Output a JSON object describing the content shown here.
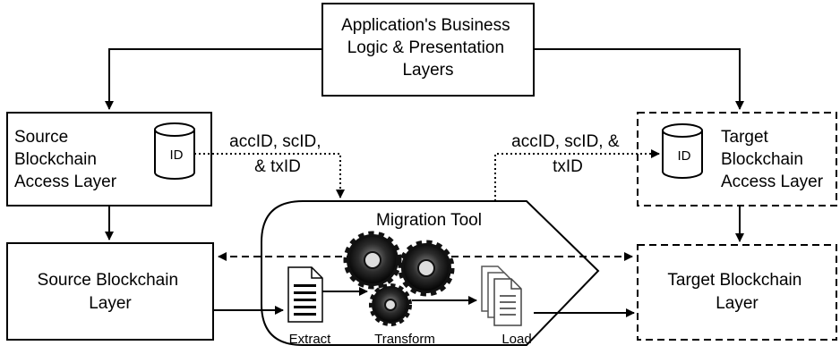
{
  "app_box": {
    "lines": [
      "Application's Business",
      "Logic & Presentation",
      "Layers"
    ]
  },
  "source_access": {
    "lines": [
      "Source",
      "Blockchain",
      "Access Layer"
    ],
    "db_label": "ID"
  },
  "target_access": {
    "lines": [
      "Target",
      "Blockchain",
      "Access Layer"
    ],
    "db_label": "ID"
  },
  "source_layer": {
    "lines": [
      "Source Blockchain",
      "Layer"
    ]
  },
  "target_layer": {
    "lines": [
      "Target Blockchain",
      "Layer"
    ]
  },
  "left_ids": {
    "lines": [
      "accID, scID,",
      "& txID"
    ]
  },
  "right_ids": {
    "lines": [
      "accID, scID, &",
      "txID"
    ]
  },
  "migration_tool": {
    "title": "Migration Tool",
    "extract_label": "Extract",
    "transform_label": "Transform",
    "load_label": "Load"
  }
}
